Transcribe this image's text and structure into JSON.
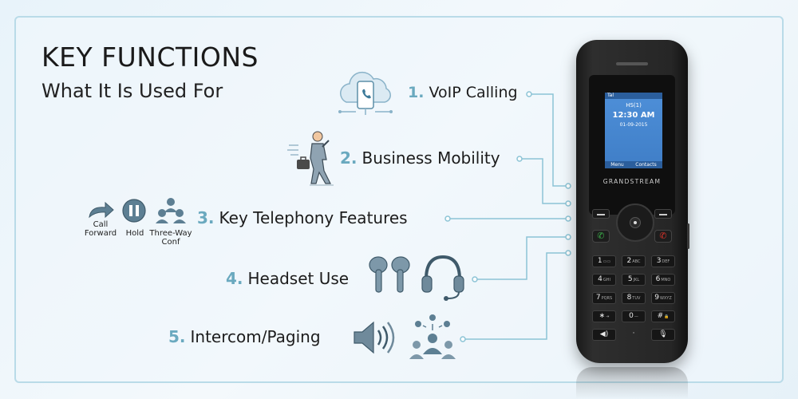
{
  "header": {
    "title": "KEY FUNCTIONS",
    "subtitle": "What It Is Used For"
  },
  "features": [
    {
      "num": "1.",
      "label": "VoIP Calling",
      "icon": "cloud-phone-icon"
    },
    {
      "num": "2.",
      "label": "Business Mobility",
      "icon": "walking-businessman-icon"
    },
    {
      "num": "3.",
      "label": "Key Telephony Features",
      "icon": "telephony-features-icons"
    },
    {
      "num": "4.",
      "label": "Headset Use",
      "icon": "headset-icon"
    },
    {
      "num": "5.",
      "label": "Intercom/Paging",
      "icon": "speaker-icon"
    }
  ],
  "telephony_icons": [
    {
      "label": "Call Forward",
      "icon": "call-forward-icon"
    },
    {
      "label": "Hold",
      "icon": "hold-icon"
    },
    {
      "label": "Three-Way Conf",
      "icon": "three-way-conf-icon"
    }
  ],
  "phone": {
    "brand": "GRANDSTREAM",
    "screen": {
      "status": "Tal",
      "handset": "HS(1)",
      "time": "12:30",
      "ampm": "AM",
      "date": "01-09-2015",
      "softkey_left": "Menu",
      "softkey_right": "Contacts"
    },
    "keys": [
      {
        "main": "1",
        "sub": "▭▭"
      },
      {
        "main": "2",
        "sub": "ABC"
      },
      {
        "main": "3",
        "sub": "DEF"
      },
      {
        "main": "4",
        "sub": "GHI"
      },
      {
        "main": "5",
        "sub": "JKL"
      },
      {
        "main": "6",
        "sub": "MNO"
      },
      {
        "main": "7",
        "sub": "PQRS"
      },
      {
        "main": "8",
        "sub": "TUV"
      },
      {
        "main": "9",
        "sub": "WXYZ"
      },
      {
        "main": "∗",
        "sub": "⇥"
      },
      {
        "main": "0",
        "sub": "—"
      },
      {
        "main": "#",
        "sub": "🔒"
      },
      {
        "main": "◀)",
        "sub": ""
      },
      {
        "main": "·",
        "sub": ""
      },
      {
        "main": "🎙",
        "sub": ""
      }
    ]
  },
  "colors": {
    "accent_number": "#6aa9bf",
    "connector_line": "#8cc4d6",
    "frame_border": "#b9dbe8",
    "screen_blue": "#4e8fd8"
  }
}
